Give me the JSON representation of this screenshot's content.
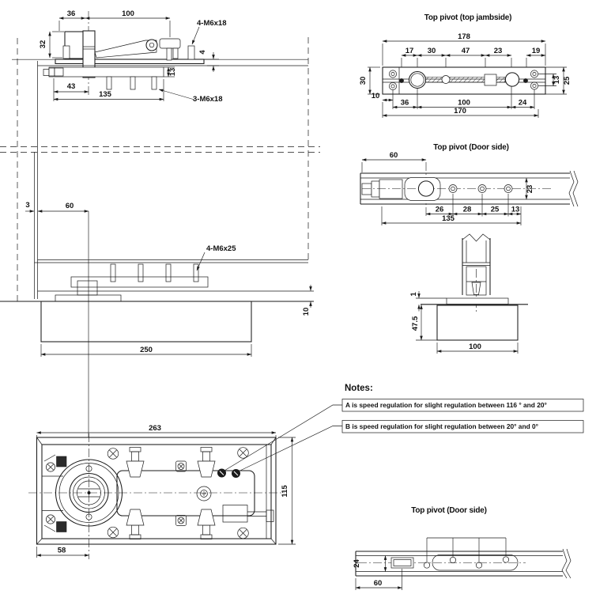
{
  "drawing": {
    "titles": {
      "jamb_plate": "Top pivot (top jambside)",
      "door_side": "Top pivot (Door side)",
      "door_side_bottom": "Top pivot (Door side)"
    },
    "notes": {
      "heading": "Notes:",
      "a": "A is speed regulation for slight regulation between 116 °  and 20°",
      "b": "B is speed regulation for slight regulation between 20°  and 0°"
    },
    "door_top_view": {
      "w36": "36",
      "w100": "100",
      "bolt_top": "4-M6x18",
      "h32": "32",
      "h4": "4",
      "h13": "13",
      "w43": "43",
      "w135": "135",
      "bolt_bottom": "3-M6x18"
    },
    "jamb_plate_view": {
      "w178": "178",
      "w17": "17",
      "w30": "30",
      "w47": "47",
      "w23": "23",
      "w19": "19",
      "h30": "30",
      "h13": "13",
      "h25": "25",
      "w10": "10",
      "w36": "36",
      "w100": "100",
      "w24": "24",
      "w170": "170"
    },
    "door_side_view": {
      "w60": "60",
      "h23": "23",
      "w26": "26",
      "w28": "28",
      "w25": "25",
      "w13": "13",
      "w135": "135"
    },
    "bottom_pivot_view": {
      "h1": "1",
      "h47_5": "47.5",
      "w100": "100"
    },
    "door_bottom_view": {
      "w3": "3",
      "w60": "60",
      "bolt": "4-M6x25",
      "h10": "10",
      "w250": "250"
    },
    "floor_plan_view": {
      "w263": "263",
      "h115": "115",
      "w58": "58"
    },
    "door_side_bottom_view": {
      "h24": "24",
      "w60": "60"
    }
  }
}
